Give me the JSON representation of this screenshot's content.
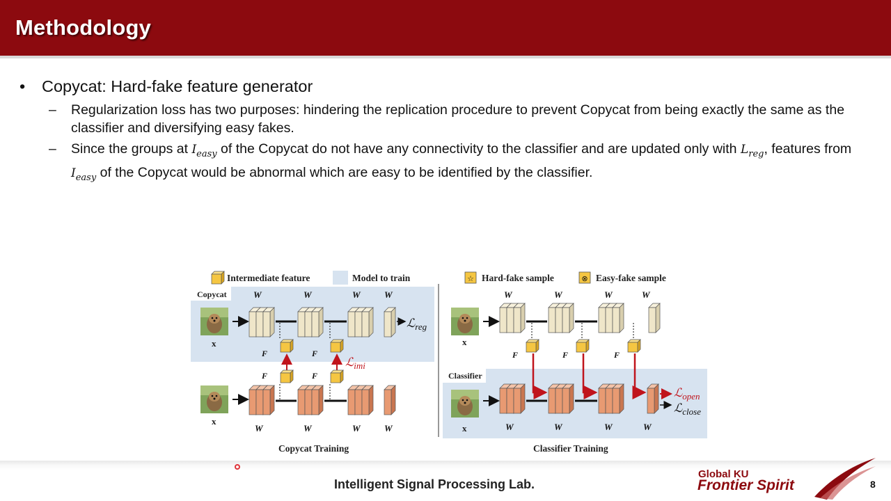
{
  "header": {
    "title": "Methodology"
  },
  "bullet": {
    "marker": "•",
    "text": "Copycat: Hard-fake feature generator",
    "subs": [
      {
        "marker": "–",
        "text": "Regularization loss has two purposes: hindering the replication procedure to prevent Copycat from being exactly the same as the classifier and diversifying easy fakes."
      },
      {
        "marker": "–",
        "part1": "Since the groups at ",
        "math1_base": "I",
        "math1_sub": "easy",
        "part2": " of the Copycat do not have any connectivity to the classifier and are updated only with ",
        "math2_base": "L",
        "math2_sub": "reg",
        "part3": ", features from ",
        "math3_base": "I",
        "math3_sub": "easy",
        "part4": " of the Copycat would be abnormal which are easy to be identified by the classifier."
      }
    ]
  },
  "figure": {
    "legend_left": {
      "intermediate": "Intermediate feature",
      "model": "Model to train"
    },
    "legend_right": {
      "hard": "Hard-fake sample",
      "easy": "Easy-fake sample"
    },
    "labels": {
      "copycat": "Copycat",
      "classifier": "Classifier",
      "x": "x"
    },
    "losses": {
      "reg": "reg",
      "imi": "imi",
      "open": "open",
      "close": "close"
    },
    "captions": {
      "left": "Copycat Training",
      "right": "Classifier Training"
    },
    "colors": {
      "copy_block": "#efe6c9",
      "cls_block": "#e89a72",
      "feature": "#f5c642",
      "panel": "#d7e3f0",
      "arrow_red": "#c0141c"
    }
  },
  "footer": {
    "lab": "Intelligent Signal Processing Lab.",
    "logo_top": "Global KU",
    "logo_main": "Frontier Spirit",
    "page": "8"
  },
  "theme": {
    "header_bg": "#8c0a0f"
  }
}
